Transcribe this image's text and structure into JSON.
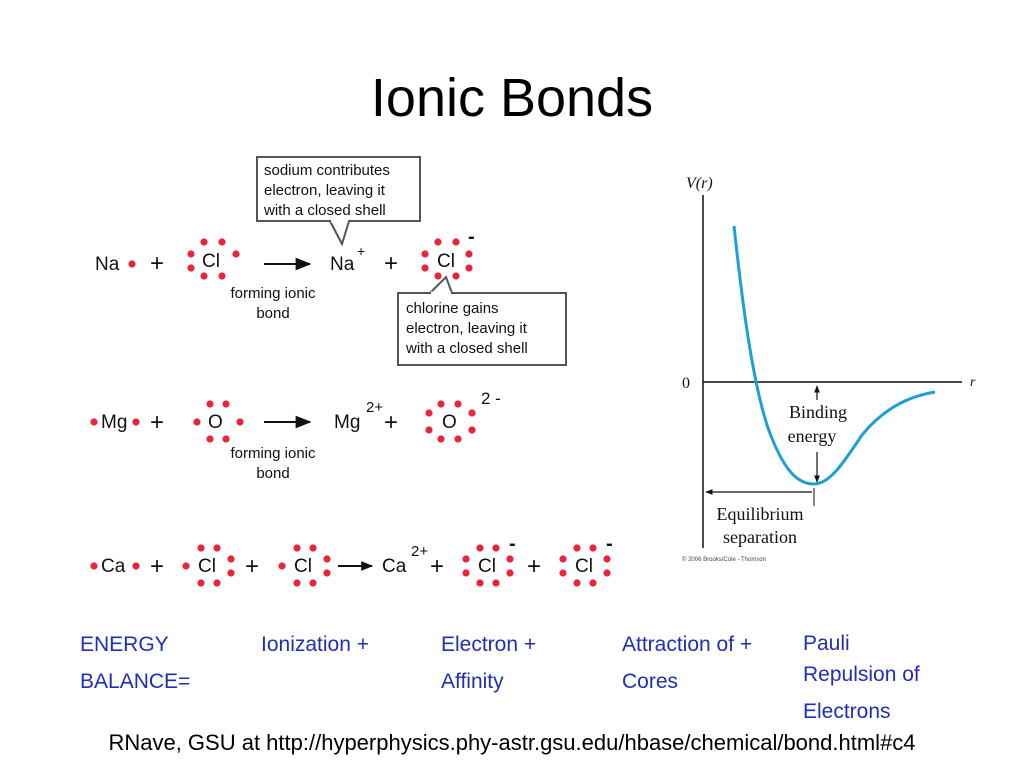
{
  "title": "Ionic Bonds",
  "reactions": [
    {
      "name": "sodium-chlorine",
      "left": [
        "Na",
        "Cl"
      ],
      "right": [
        "Na",
        "Cl"
      ],
      "right_charges": [
        "+",
        "-"
      ],
      "note": [
        "forming ionic",
        "bond"
      ]
    },
    {
      "name": "magnesium-oxygen",
      "left": [
        "Mg",
        "O"
      ],
      "right": [
        "Mg",
        "O"
      ],
      "right_charges": [
        "2+",
        "2 -"
      ],
      "note": [
        "forming ionic",
        "bond"
      ]
    },
    {
      "name": "calcium-chlorine",
      "left": [
        "Ca",
        "Cl",
        "Cl"
      ],
      "right": [
        "Ca",
        "Cl",
        "Cl"
      ],
      "right_charges": [
        "2+",
        "-",
        "-"
      ]
    }
  ],
  "callouts": {
    "sodium": [
      "sodium contributes",
      "electron, leaving it",
      "with a closed shell"
    ],
    "chlorine": [
      "chlorine gains",
      "electron, leaving it",
      "with a closed shell"
    ]
  },
  "plus": "+",
  "potential_graph": {
    "y_axis_label": "V(r)",
    "x_axis_label": "r",
    "zero_label": "0",
    "binding_label": [
      "Binding",
      "energy"
    ],
    "equilibrium_label": [
      "Equilibrium",
      "separation"
    ],
    "copyright": "© 2006 Brooks/Cole - Thomson"
  },
  "energy_balance": {
    "col1": [
      "ENERGY",
      "BALANCE="
    ],
    "col2": [
      "Ionization +"
    ],
    "col3": [
      "Electron +",
      "Affinity"
    ],
    "col4": [
      "Attraction of +",
      "Cores"
    ],
    "col5": [
      "Pauli",
      "Repulsion of",
      "Electrons"
    ]
  },
  "credit": "RNave, GSU at http://hyperphysics.phy-astr.gsu.edu/hbase/chemical/bond.html#c4",
  "colors": {
    "electron_dot": "#e8253a",
    "curve": "#1ea0d6",
    "energy_text": "#1f2fb8"
  }
}
